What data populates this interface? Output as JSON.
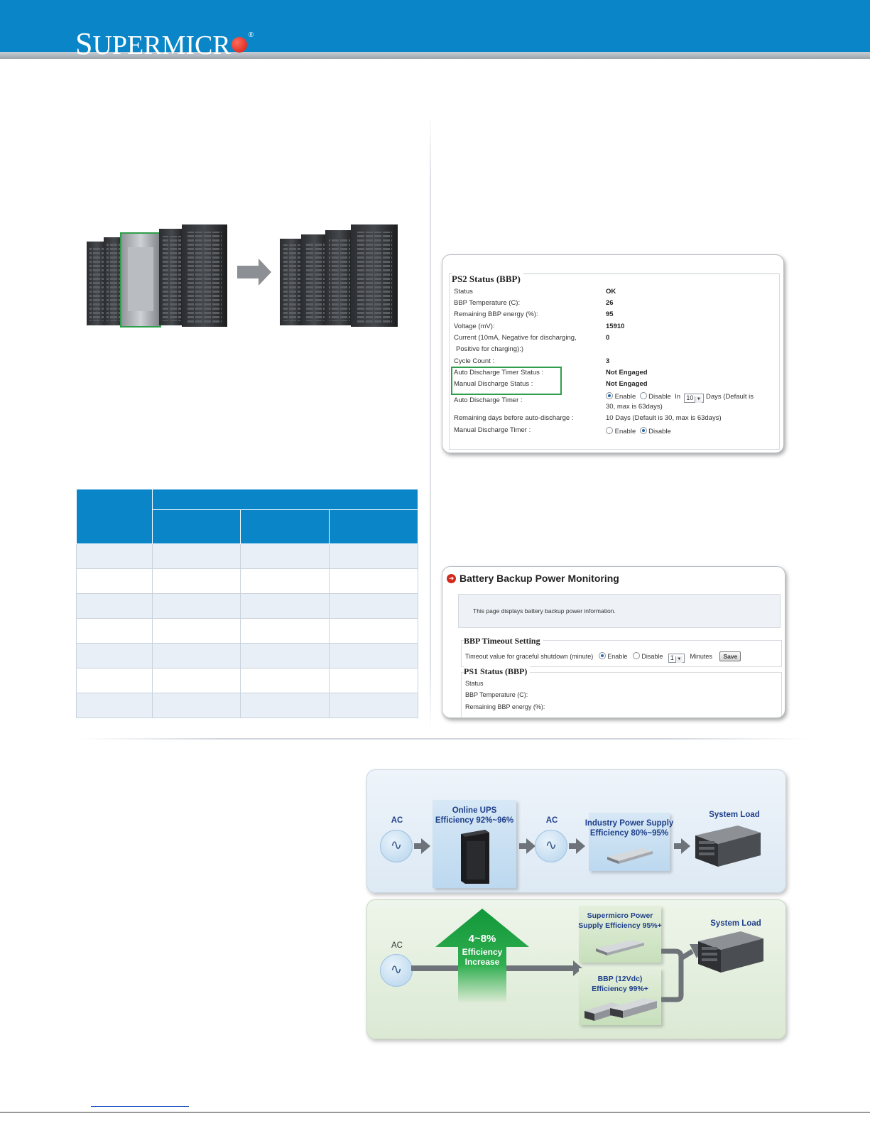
{
  "header": {
    "brand_prefix": "S",
    "brand_rest": "UPERMICR",
    "trademark": "®"
  },
  "screenshot_status": {
    "title": "PS2 Status (BBP)",
    "rows": [
      {
        "label": "Status",
        "value": "OK"
      },
      {
        "label": "BBP Temperature (C):",
        "value": "26"
      },
      {
        "label": "Remaining BBP energy (%):",
        "value": "95"
      },
      {
        "label": "Voltage (mV):",
        "value": "15910"
      },
      {
        "label": "Current (10mA, Negative for discharging,",
        "value": "0"
      },
      {
        "label": "Positive for charging):)",
        "value": ""
      },
      {
        "label": "Cycle Count :",
        "value": "3"
      },
      {
        "label": "Auto Discharge Timer Status :",
        "value": "Not Engaged"
      },
      {
        "label": "Manual Discharge Status :",
        "value": "Not Engaged"
      }
    ],
    "auto_timer_label": "Auto Discharge Timer :",
    "enable_label": "Enable",
    "disable_label": "Disable",
    "in_label": "In",
    "days_value": "10",
    "days_note_1": "Days (Default is",
    "days_note_2": "30, max is 63days)",
    "remaining_label": "Remaining days before auto-discharge :",
    "remaining_value": "10  Days (Default is 30, max is 63days)",
    "manual_timer_label": "Manual Discharge Timer :"
  },
  "screenshot_monitor": {
    "title": "Battery Backup Power Monitoring",
    "info_text": "This page displays battery backup power information.",
    "timeout_title": "BBP Timeout Setting",
    "timeout_label": "Timeout value for graceful shutdown (minute)",
    "enable_label": "Enable",
    "disable_label": "Disable",
    "minutes_value": "1",
    "minutes_label": "Minutes",
    "save_label": "Save",
    "ps1_title": "PS1 Status (BBP)",
    "ps1_rows": [
      "Status",
      "BBP Temperature (C):",
      "Remaining BBP energy (%):"
    ]
  },
  "diagram_ups": {
    "ac_label_1": "AC",
    "ups_label_1": "Online UPS",
    "ups_label_2": "Efficiency 92%~96%",
    "ac_label_2": "AC",
    "psu_label_1": "Industry Power Supply",
    "psu_label_2": "Efficiency 80%~95%",
    "load_label": "System Load",
    "ac_symbol": "∿"
  },
  "diagram_bbp": {
    "ac_label": "AC",
    "increase_value": "4~8%",
    "increase_label_1": "Efficiency",
    "increase_label_2": "Increase",
    "psu_label_1": "Supermicro Power",
    "psu_label_2": "Supply Efficiency 95%+",
    "bbp_label_1": "BBP (12Vdc)",
    "bbp_label_2": "Efficiency 99%+",
    "load_label": "System Load",
    "ac_symbol": "∿"
  },
  "colors": {
    "brand_blue": "#0a86c8",
    "highlight_green": "#2f9e4a",
    "logo_red": "#d21a12"
  }
}
